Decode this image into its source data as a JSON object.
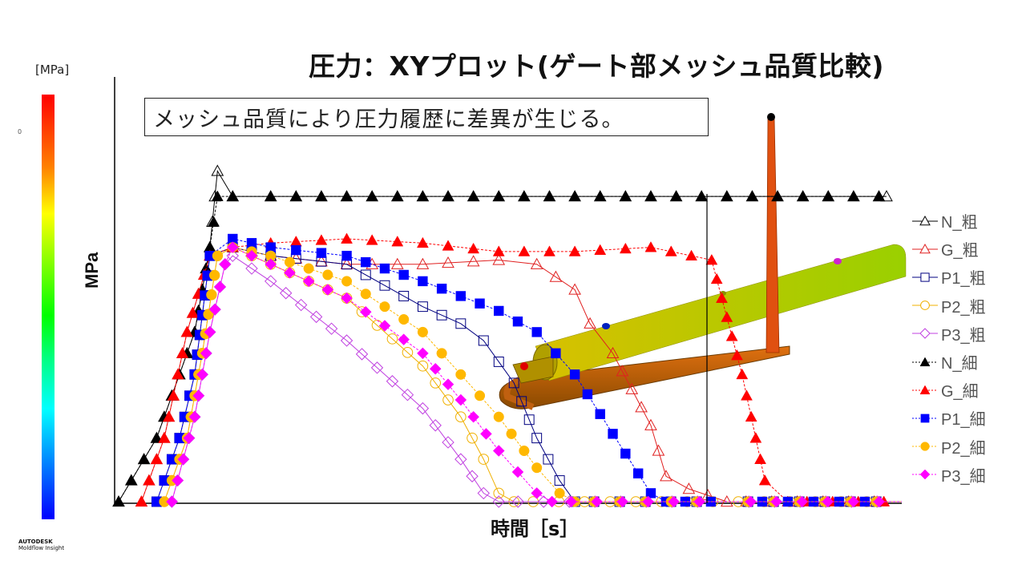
{
  "title": "圧力：XYプロット(ゲート部メッシュ品質比較)",
  "note": "メッシュ品質により圧力履歴に差異が生じる。",
  "colorbar": {
    "unit": "[MPa]",
    "tick": "0",
    "colors": [
      "#ff0000",
      "#ff8000",
      "#ffff00",
      "#80ff00",
      "#00ff00",
      "#00ff80",
      "#00ffff",
      "#0080ff",
      "#0000ff"
    ]
  },
  "brand": {
    "line1": "AUTODESK",
    "line2": "Moldflow Insight"
  },
  "axes": {
    "ylabel": "MPa",
    "xlabel": "時間［s］"
  },
  "legend": [
    {
      "label": "N_粗",
      "color": "#000000",
      "marker": "triangle-open",
      "line": "solid"
    },
    {
      "label": "G_粗",
      "color": "#e02020",
      "marker": "triangle-open",
      "line": "solid"
    },
    {
      "label": "P1_粗",
      "color": "#000080",
      "marker": "square-open",
      "line": "solid"
    },
    {
      "label": "P2_粗",
      "color": "#f0b000",
      "marker": "circle-open",
      "line": "solid"
    },
    {
      "label": "P3_粗",
      "color": "#c040e0",
      "marker": "diamond-open",
      "line": "solid"
    },
    {
      "label": "N_細",
      "color": "#000000",
      "marker": "triangle-filled",
      "line": "dashed"
    },
    {
      "label": "G_細",
      "color": "#ff0000",
      "marker": "triangle-filled",
      "line": "dashed"
    },
    {
      "label": "P1_細",
      "color": "#0000ff",
      "marker": "square-filled",
      "line": "dashed"
    },
    {
      "label": "P2_細",
      "color": "#ffb800",
      "marker": "circle-filled",
      "line": "dashed"
    },
    {
      "label": "P3_細",
      "color": "#ff00ff",
      "marker": "diamond-filled",
      "line": "dashed"
    }
  ],
  "chart_data": {
    "type": "line",
    "title": "圧力：XYプロット(ゲート部メッシュ品質比較)",
    "xlabel": "時間［s］",
    "ylabel": "MPa",
    "grid": false,
    "legend_position": "right",
    "note": "Axis tick values not shown; coordinates are in relative units (x: 0-100 time, y: 0-100 pressure)",
    "series": [
      {
        "name": "N_粗",
        "x": [
          0,
          5,
          10,
          12,
          13,
          15,
          20,
          30,
          40,
          50,
          60,
          70,
          80,
          90,
          100,
          101
        ],
        "y": [
          0,
          15,
          40,
          60,
          78,
          72,
          72,
          72,
          72,
          72,
          72,
          72,
          72,
          72,
          72,
          72
        ]
      },
      {
        "name": "G_粗",
        "x": [
          3,
          6,
          9,
          12,
          15,
          20,
          30,
          40,
          50,
          55,
          60,
          62,
          65,
          70,
          72,
          75,
          80
        ],
        "y": [
          0,
          15,
          40,
          58,
          60,
          58,
          56,
          56,
          57,
          56,
          50,
          42,
          35,
          18,
          6,
          3,
          0
        ]
      },
      {
        "name": "P1_粗",
        "x": [
          5,
          8,
          10,
          12,
          15,
          20,
          30,
          40,
          45,
          48,
          50,
          52,
          55,
          58,
          60
        ],
        "y": [
          0,
          15,
          30,
          58,
          60,
          58,
          56,
          46,
          42,
          38,
          33,
          28,
          15,
          5,
          0
        ]
      },
      {
        "name": "P2_粗",
        "x": [
          6,
          9,
          11,
          13,
          15,
          20,
          30,
          40,
          45,
          48,
          50,
          52
        ],
        "y": [
          0,
          15,
          35,
          58,
          60,
          56,
          48,
          32,
          20,
          10,
          2,
          0
        ]
      },
      {
        "name": "P3_粗",
        "x": [
          7,
          10,
          12,
          14,
          15,
          20,
          30,
          40,
          45,
          48,
          50
        ],
        "y": [
          0,
          20,
          40,
          56,
          58,
          52,
          38,
          22,
          10,
          2,
          0
        ]
      },
      {
        "name": "N_細",
        "x": [
          0,
          5,
          10,
          12,
          13,
          15,
          20,
          30,
          40,
          50,
          60,
          70,
          80,
          90,
          100
        ],
        "y": [
          0,
          15,
          40,
          60,
          72,
          72,
          72,
          72,
          72,
          72,
          72,
          72,
          72,
          72,
          72
        ]
      },
      {
        "name": "G_細",
        "x": [
          3,
          6,
          9,
          12,
          15,
          20,
          30,
          40,
          50,
          60,
          70,
          78,
          82,
          85,
          88
        ],
        "y": [
          0,
          15,
          40,
          58,
          60,
          61,
          62,
          61,
          59,
          59,
          60,
          57,
          30,
          5,
          0
        ]
      },
      {
        "name": "P1_細",
        "x": [
          5,
          8,
          10,
          12,
          15,
          20,
          30,
          40,
          50,
          55,
          60,
          65,
          70,
          72
        ],
        "y": [
          0,
          15,
          30,
          58,
          62,
          60,
          58,
          52,
          45,
          40,
          30,
          16,
          2,
          0
        ]
      },
      {
        "name": "P2_細",
        "x": [
          6,
          9,
          11,
          13,
          15,
          20,
          30,
          40,
          45,
          50,
          55,
          58,
          60
        ],
        "y": [
          0,
          15,
          35,
          58,
          60,
          58,
          52,
          40,
          30,
          20,
          8,
          2,
          0
        ]
      },
      {
        "name": "P3_細",
        "x": [
          7,
          10,
          12,
          14,
          15,
          20,
          30,
          40,
          45,
          50,
          55,
          57
        ],
        "y": [
          0,
          20,
          40,
          56,
          60,
          56,
          48,
          35,
          24,
          12,
          2,
          0
        ]
      }
    ]
  }
}
